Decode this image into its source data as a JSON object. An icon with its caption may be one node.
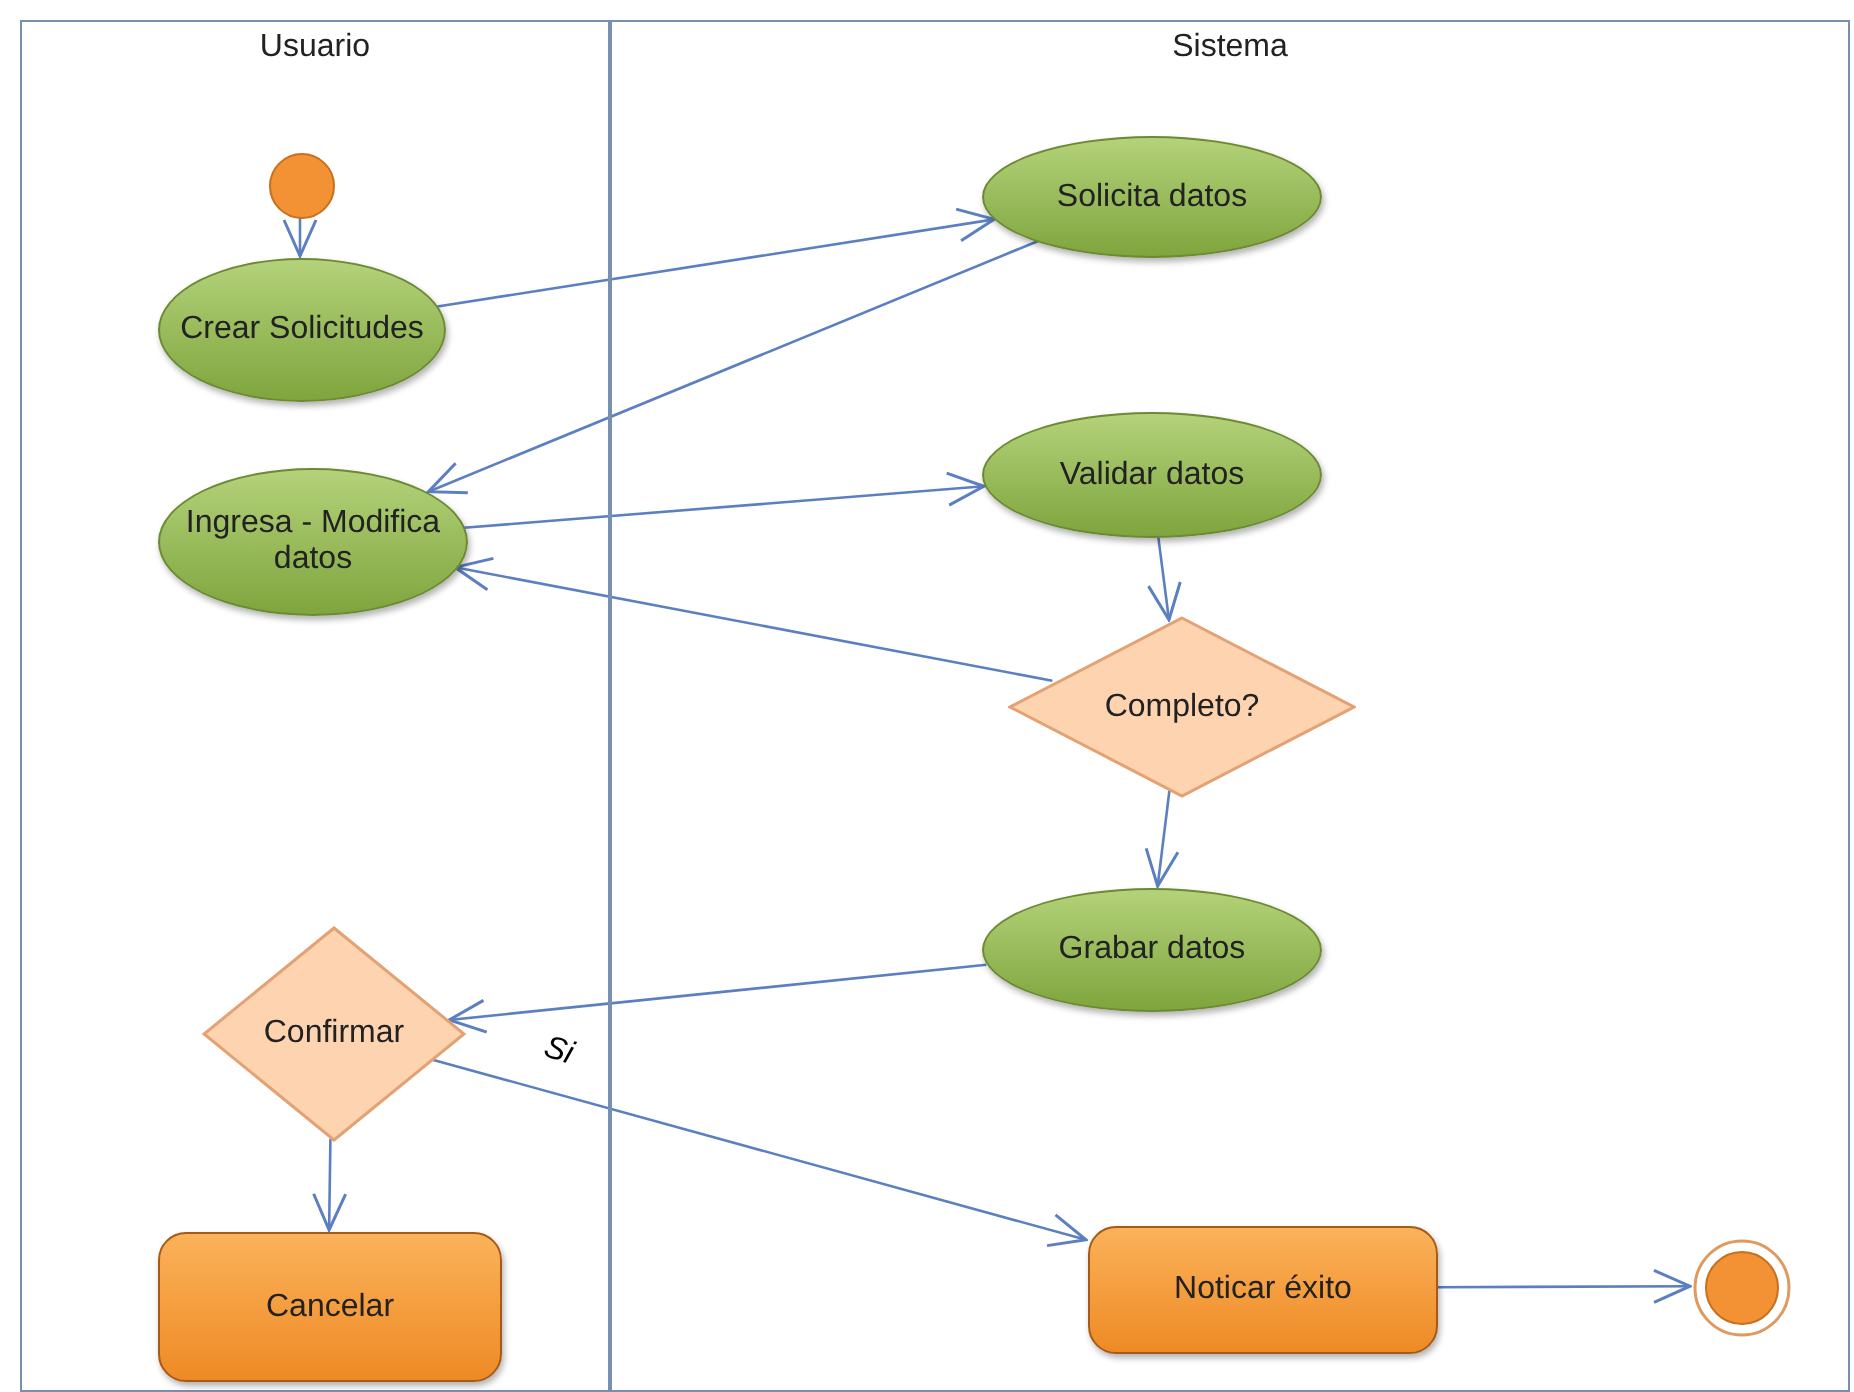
{
  "diagram": {
    "nodes": [
      {
        "text": [
          "Usuario"
        ]
      },
      {
        "text": [
          "Sistema"
        ]
      },
      {
        "text": [],
        "shape": "circle",
        "in": 0
      },
      {
        "text": [
          "Crear Solicitudes"
        ],
        "in": 0
      },
      {
        "text": [
          "Solicita datos"
        ],
        "in": 1
      },
      {
        "text": [
          "Ingresa - Modifica datos"
        ],
        "in": 0
      },
      {
        "text": [
          "Validar datos"
        ],
        "in": 1
      },
      {
        "text": [
          "Completo?"
        ],
        "in": 1
      },
      {
        "text": [
          "Grabar datos"
        ],
        "in": 1
      },
      {
        "text": [
          "Confirmar"
        ],
        "in": 0
      },
      {
        "text": [
          "Cancelar"
        ],
        "in": 0
      },
      {
        "text": [
          "Noticar éxito"
        ],
        "in": 1
      },
      {
        "text": [],
        "shape": "circle",
        "in": 1
      }
    ],
    "edges": [
      {
        "from": 2,
        "to": 3,
        "arrow": "to"
      },
      {
        "from": 3,
        "to": 4,
        "arrow": "to"
      },
      {
        "from": 4,
        "to": 5,
        "arrow": "to"
      },
      {
        "from": 5,
        "to": 6,
        "arrow": "to"
      },
      {
        "from": 6,
        "to": 7,
        "arrow": "to"
      },
      {
        "from": 7,
        "to": 5,
        "arrow": "to"
      },
      {
        "from": 7,
        "to": 8,
        "arrow": "to"
      },
      {
        "from": 8,
        "to": 9,
        "arrow": "to"
      },
      {
        "from": 9,
        "to": 10,
        "arrow": "to"
      },
      {
        "from": 9,
        "to": 11,
        "label": "Si",
        "arrow": "to"
      },
      {
        "from": 11,
        "to": 12,
        "arrow": "to"
      }
    ]
  }
}
